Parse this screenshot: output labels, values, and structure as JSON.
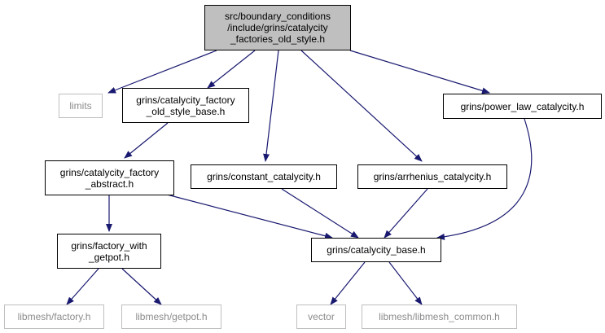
{
  "colors": {
    "edge": "#191970",
    "root_fill": "#bfbfbf",
    "external_border": "#bfbfbf",
    "external_text": "#8c8c8c"
  },
  "nodes": {
    "root": "src/boundary_conditions\n/include/grins/catalycity\n_factories_old_style.h",
    "limits": "limits",
    "factory_old_style_base": "grins/catalycity_factory\n_old_style_base.h",
    "power_law": "grins/power_law_catalycity.h",
    "factory_abstract": "grins/catalycity_factory\n_abstract.h",
    "constant": "grins/constant_catalycity.h",
    "arrhenius": "grins/arrhenius_catalycity.h",
    "factory_with_getpot": "grins/factory_with\n_getpot.h",
    "catalycity_base": "grins/catalycity_base.h",
    "libmesh_factory": "libmesh/factory.h",
    "libmesh_getpot": "libmesh/getpot.h",
    "vector": "vector",
    "libmesh_common": "libmesh/libmesh_common.h"
  }
}
